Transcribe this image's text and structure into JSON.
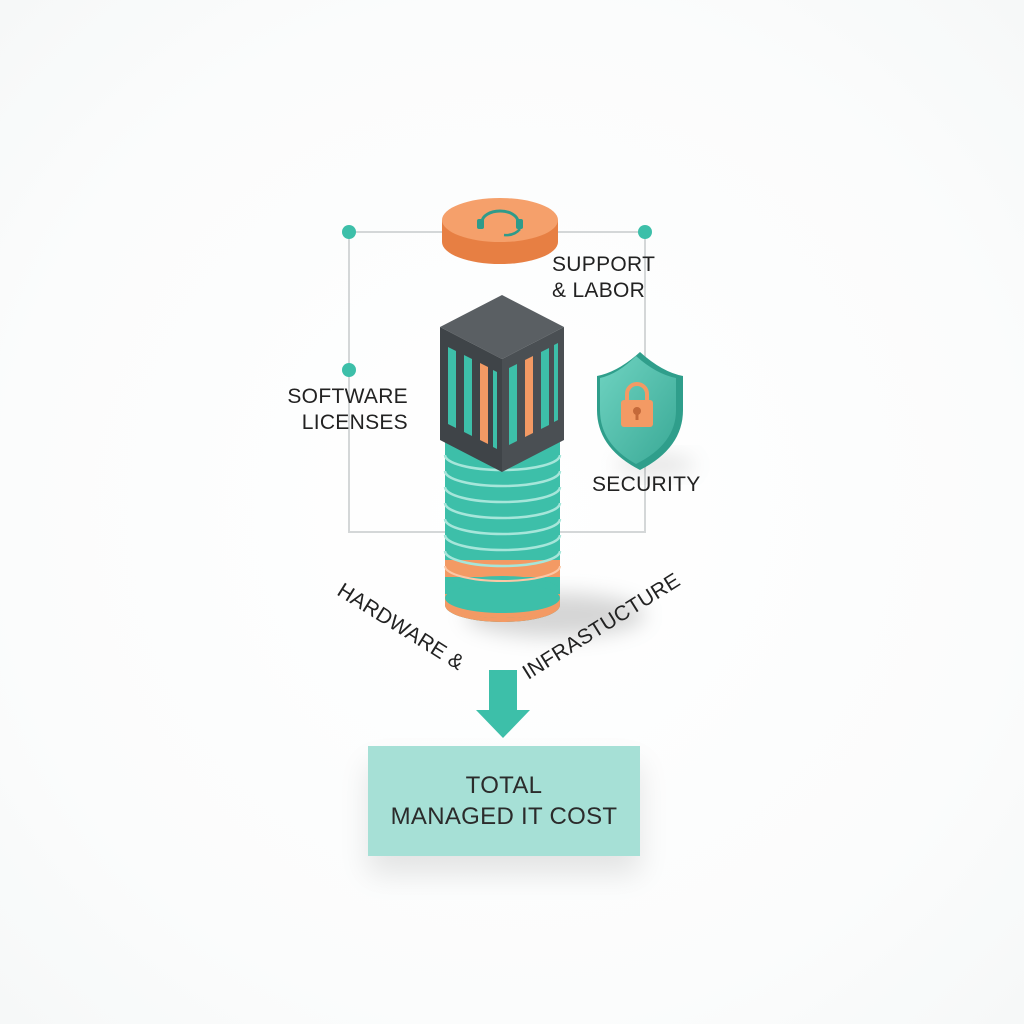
{
  "labels": {
    "support": [
      "SUPPORT",
      "& LABOR"
    ],
    "software": [
      "SOFTWARE",
      "LICENSES"
    ],
    "security": "SECURITY",
    "hardware": "HARDWARE &",
    "infrastructure": "INFRASTUCTURE"
  },
  "total": {
    "line1": "TOTAL",
    "line2": "MANAGED IT COST"
  },
  "icons": {
    "support": "headset-icon",
    "security": "shield-lock-icon",
    "hardware": "server-stack-icon",
    "result": "arrow-down-icon"
  },
  "colors": {
    "teal": "#3dbfa9",
    "teal_light": "#a6e0d6",
    "orange": "#f39a64",
    "dark": "#474c50",
    "connector": "#d4d7d8"
  }
}
